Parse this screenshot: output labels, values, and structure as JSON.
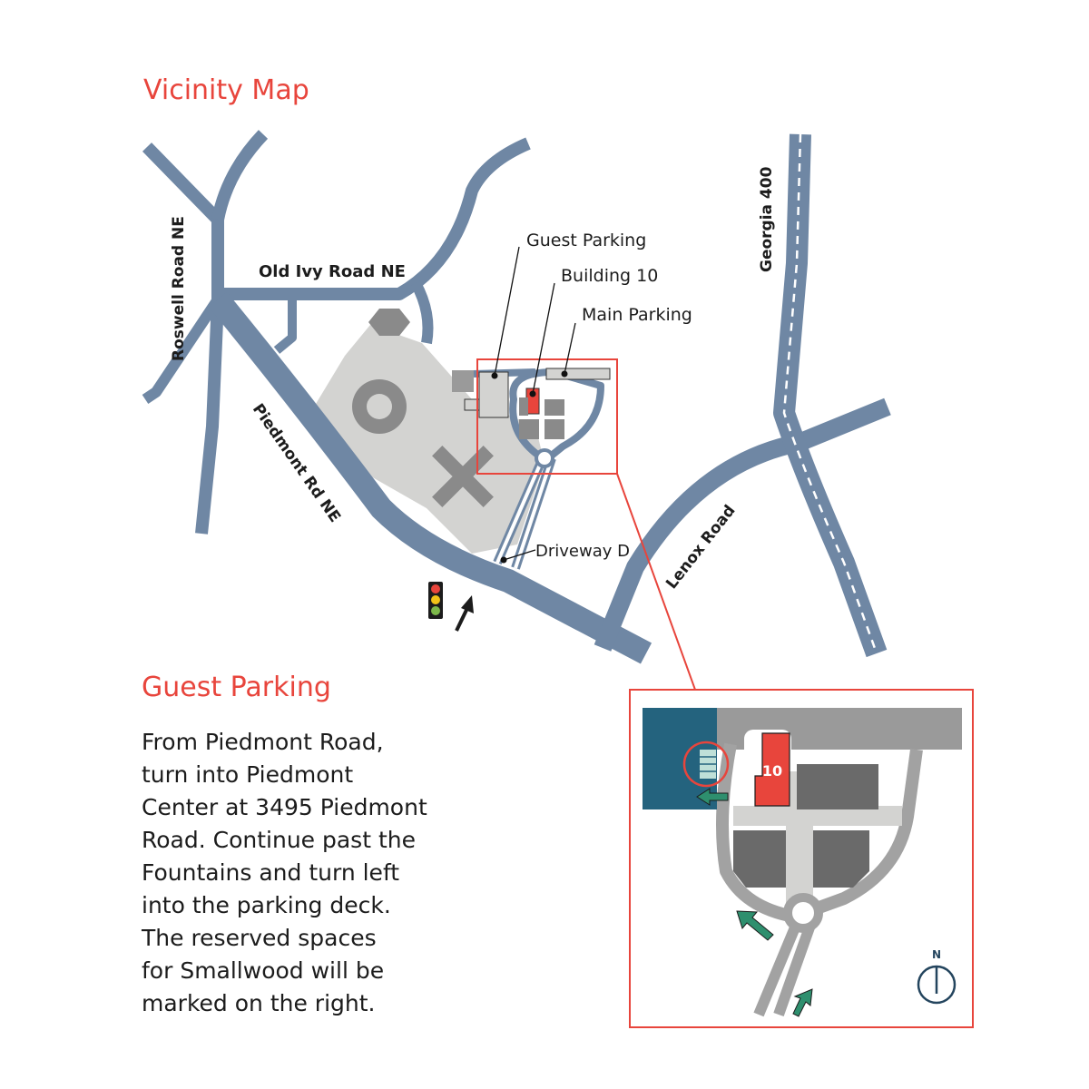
{
  "titles": {
    "vicinity_map": "Vicinity Map",
    "guest_parking": "Guest Parking"
  },
  "directions": "From Piedmont Road,\nturn into Piedmont\nCenter at 3495 Piedmont\nRoad. Continue past the\nFountains and turn left\ninto the parking deck.\nThe reserved spaces\nfor Smallwood will be\nmarked on the right.",
  "roads": {
    "roswell": "Roswell Road NE",
    "old_ivy": "Old Ivy Road NE",
    "piedmont": "Piedmont Rd NE",
    "georgia_400": "Georgia 400",
    "lenox": "Lenox Road"
  },
  "callouts": {
    "guest_parking": "Guest Parking",
    "building_10": "Building 10",
    "main_parking": "Main Parking",
    "driveway_d": "Driveway D"
  },
  "inset": {
    "building_number": "10",
    "north": "N"
  },
  "colors": {
    "accent_red": "#e8453c",
    "road_blue": "#6f87a4",
    "campus_gray": "#d2d2d0",
    "building_gray": "#8a8a8a",
    "deck_teal": "#24637e",
    "arrow_green": "#2e8f6e"
  },
  "icons": [
    "traffic-light-icon",
    "direction-arrow-icon",
    "compass-north-icon"
  ]
}
